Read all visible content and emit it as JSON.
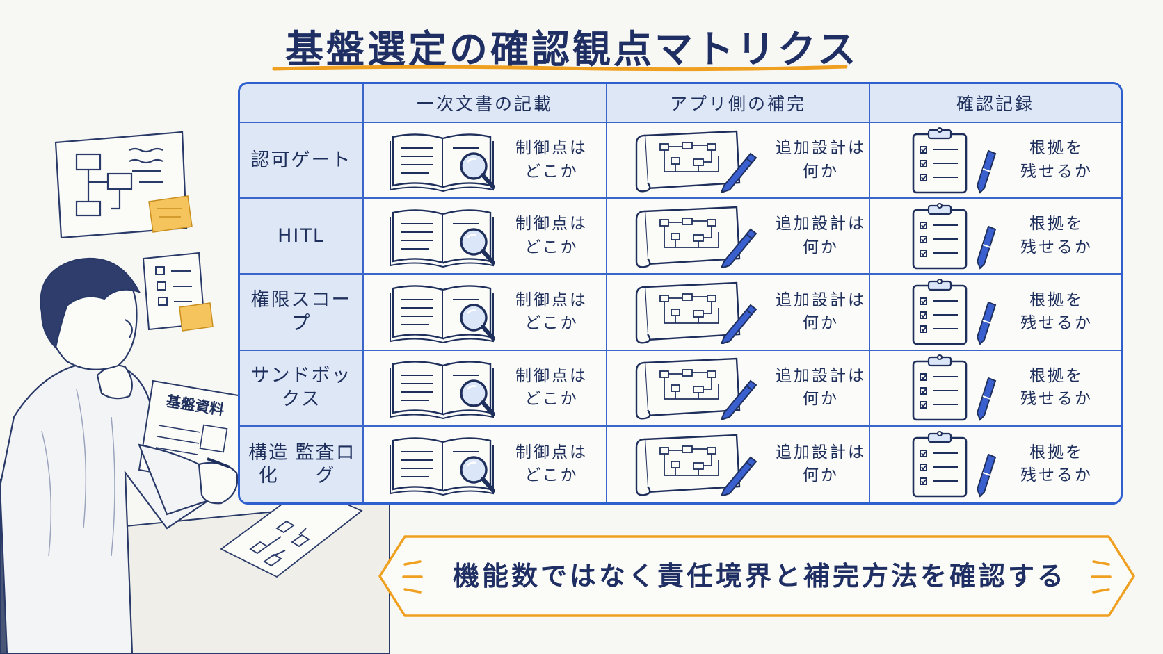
{
  "title": "基盤選定の確認観点マトリクス",
  "colors": {
    "ink": "#1f2f5c",
    "grid_blue": "#2e5fcf",
    "header_fill": "#dde7f6",
    "accent_orange": "#f0a020",
    "sticky_note": "#f5c45c"
  },
  "person": {
    "document_label": "基盤資料"
  },
  "matrix": {
    "headers": [
      "",
      "一次文書の記載",
      "アプリ側の補完",
      "確認記録"
    ],
    "rows": [
      {
        "label": "認可ゲート",
        "col1": [
          "制御点は",
          "どこか"
        ],
        "col2": [
          "追加設計は",
          "何か"
        ],
        "col3": [
          "根拠を",
          "残せるか"
        ]
      },
      {
        "label": "HITL",
        "col1": [
          "制御点は",
          "どこか"
        ],
        "col2": [
          "追加設計は",
          "何か"
        ],
        "col3": [
          "根拠を",
          "残せるか"
        ]
      },
      {
        "label": "権限スコープ",
        "col1": [
          "制御点は",
          "どこか"
        ],
        "col2": [
          "追加設計は",
          "何か"
        ],
        "col3": [
          "根拠を",
          "残せるか"
        ]
      },
      {
        "label": "サンドボックス",
        "col1": [
          "制御点は",
          "どこか"
        ],
        "col2": [
          "追加設計は",
          "何か"
        ],
        "col3": [
          "根拠を",
          "残せるか"
        ]
      },
      {
        "label_lines": [
          "構造化",
          "監査ログ"
        ],
        "col1": [
          "制御点は",
          "どこか"
        ],
        "col2": [
          "追加設計は",
          "何か"
        ],
        "col3": [
          "根拠を",
          "残せるか"
        ]
      }
    ],
    "icons": [
      "open-book-magnifier-icon",
      "blueprint-scroll-pencil-icon",
      "clipboard-checklist-pen-icon"
    ]
  },
  "banner": {
    "text": "機能数ではなく責任境界と補完方法を確認する"
  }
}
